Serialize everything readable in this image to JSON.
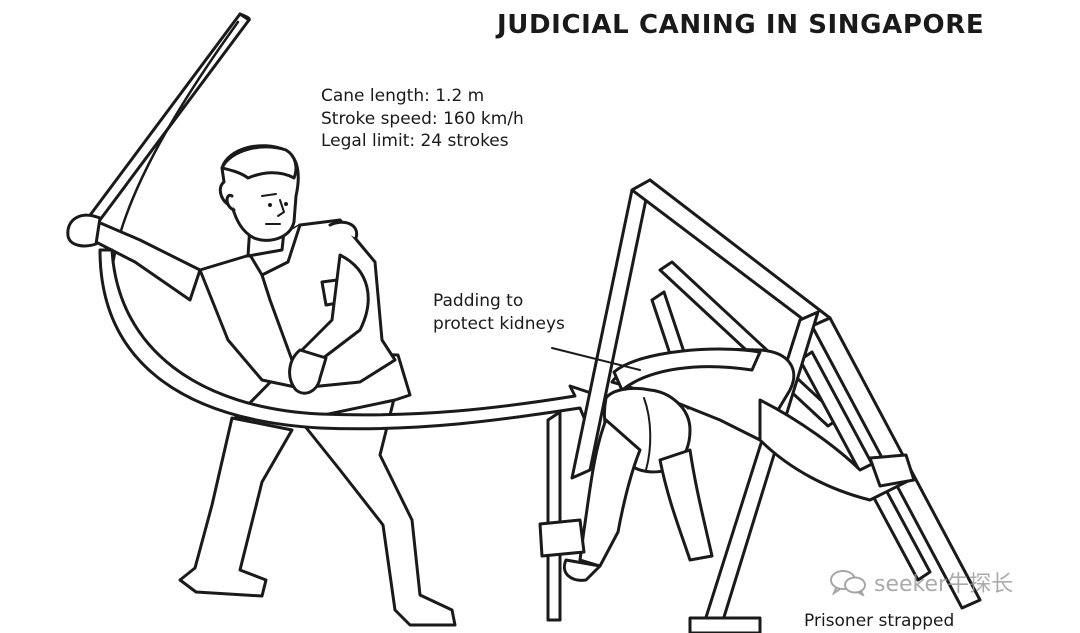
{
  "title": "JUDICIAL CANING IN SINGAPORE",
  "stats": [
    "Cane length: 1.2 m",
    "Stroke speed: 160 km/h",
    "Legal limit: 24 strokes"
  ],
  "labels": {
    "padding_line1": "Padding to",
    "padding_line2": "protect kidneys",
    "prisoner": "Prisoner strapped"
  },
  "watermark": {
    "text": "seeker牛探长",
    "icon": "wechat-icon"
  },
  "colors": {
    "ink": "#1a1a1a",
    "background": "#ffffff",
    "watermark": "#969696"
  }
}
